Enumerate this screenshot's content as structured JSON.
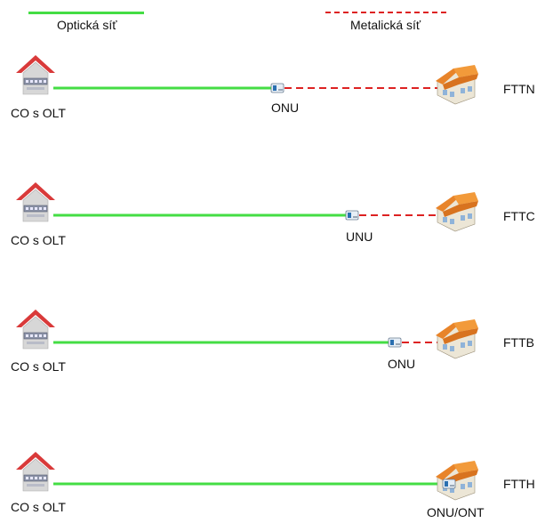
{
  "legend": {
    "optical_label": "Optická síť",
    "metallic_label": "Metalická síť",
    "optical_color": "#44dd44",
    "metallic_color": "#dd2222"
  },
  "rows": [
    {
      "name": "FTTN",
      "co_label": "CO s OLT",
      "unit_label": "ONU",
      "co_icon": "house-building-icon",
      "unit_icon": "network-unit-icon",
      "end_icon": "residential-building-icon"
    },
    {
      "name": "FTTC",
      "co_label": "CO s OLT",
      "unit_label": "UNU",
      "co_icon": "house-building-icon",
      "unit_icon": "network-unit-icon",
      "end_icon": "residential-building-icon"
    },
    {
      "name": "FTTB",
      "co_label": "CO s OLT",
      "unit_label": "ONU",
      "co_icon": "house-building-icon",
      "unit_icon": "network-unit-icon",
      "end_icon": "residential-building-icon"
    },
    {
      "name": "FTTH",
      "co_label": "CO s OLT",
      "unit_label": "ONU/ONT",
      "co_icon": "house-building-icon",
      "unit_icon": "network-unit-icon",
      "end_icon": "residential-building-icon"
    }
  ]
}
